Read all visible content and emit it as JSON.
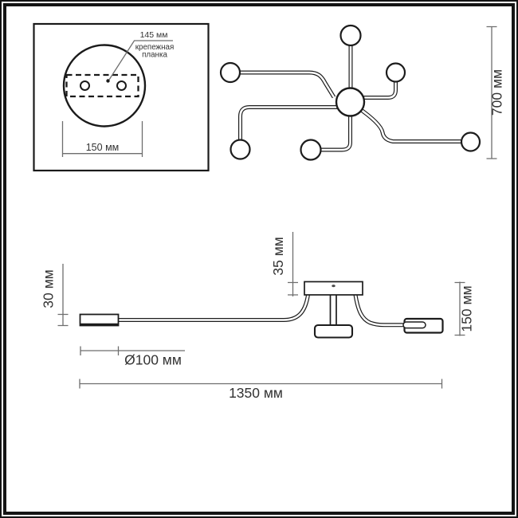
{
  "diagram": {
    "inset": {
      "hole_spacing_label": "145 мм",
      "plate_label_line1": "крепежная",
      "plate_label_line2": "планка",
      "plate_width_label": "150 мм"
    },
    "top_view": {
      "height_label": "700 мм"
    },
    "side_view": {
      "head_height_label": "30 мм",
      "canopy_height_label": "35 мм",
      "total_height_label": "150 мм",
      "head_diameter_label": "Ø100 мм",
      "total_width_label": "1350 мм"
    }
  }
}
